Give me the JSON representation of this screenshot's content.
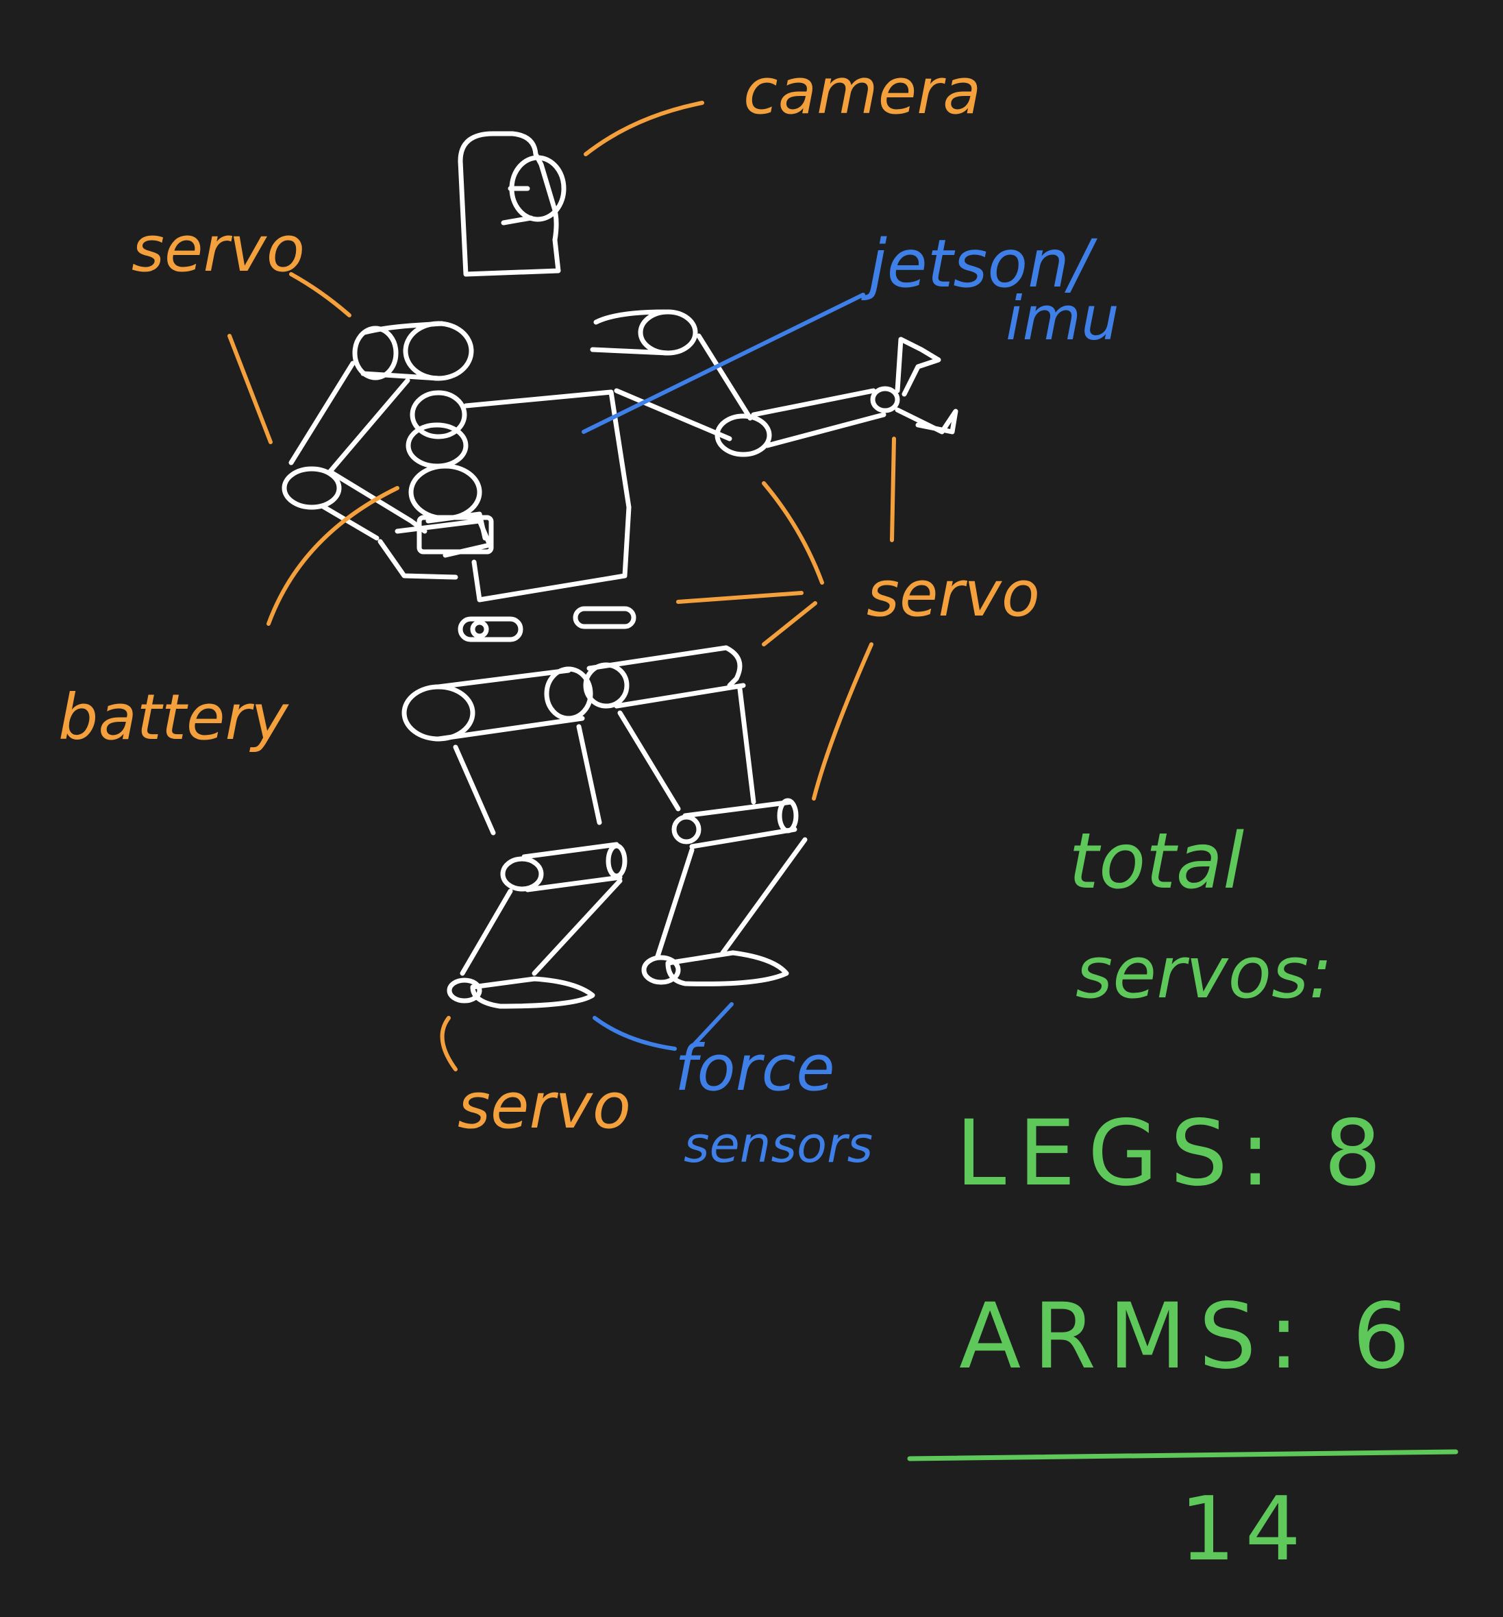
{
  "labels": {
    "camera": "camera",
    "servo_top_left": "servo",
    "jetson": "jetson/",
    "imu": "imu",
    "battery": "battery",
    "servo_right": "servo",
    "servo_bottom": "servo",
    "force": "force",
    "sensors": "sensors"
  },
  "totals": {
    "heading_line1": "total",
    "heading_line2": "servos:",
    "legs": "LEGS: 8",
    "arms": "ARMS: 6",
    "sum": "14"
  },
  "colors": {
    "background": "#1e1e1e",
    "robot": "#ffffff",
    "servo": "#f4a03c",
    "sensor": "#3f7fe8",
    "totals": "#5ec95a"
  }
}
